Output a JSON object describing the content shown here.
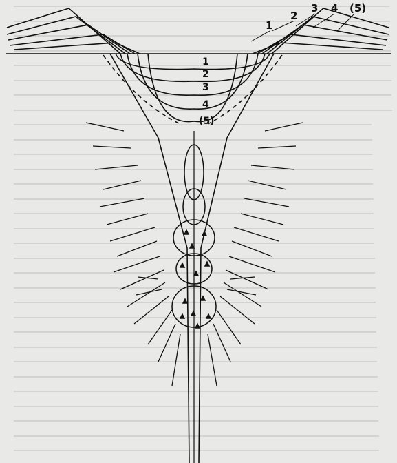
{
  "figure": {
    "top_labels": [
      "1",
      "2",
      "3",
      "4",
      "(5)"
    ],
    "bowl_labels": [
      "1",
      "2",
      "3",
      "4",
      "(5)"
    ],
    "background_note": "bleed-through text from reverse page (illegible)",
    "ink_color": "#111111",
    "paper_color": "#e9e9e7"
  }
}
